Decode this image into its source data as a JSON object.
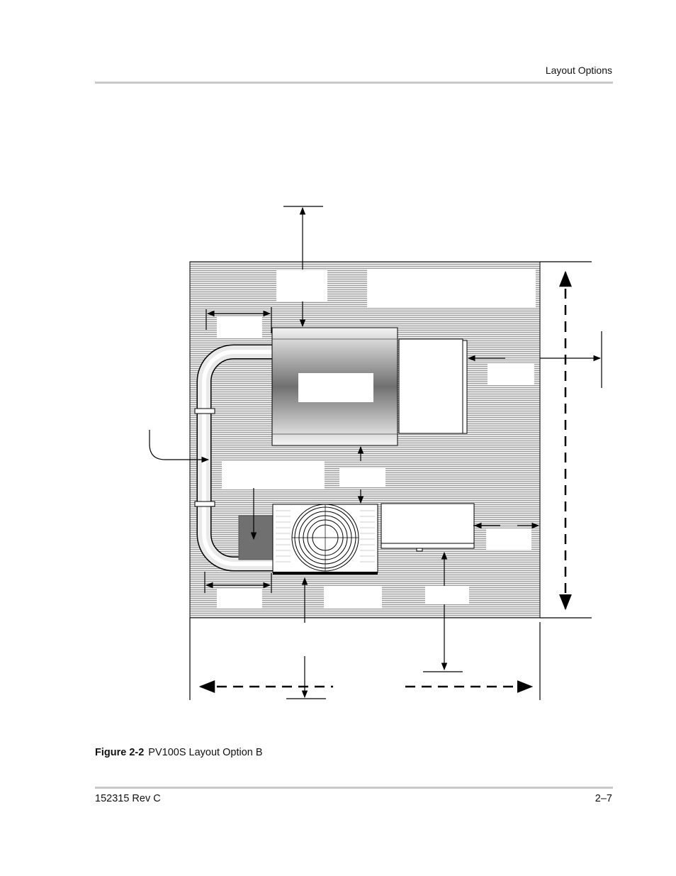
{
  "header": {
    "section_title": "Layout Options"
  },
  "figure": {
    "number": "Figure 2-2",
    "caption": "PV100S Layout Option B"
  },
  "footer": {
    "doc_number": "152315 Rev C",
    "page_number": "2–7"
  }
}
